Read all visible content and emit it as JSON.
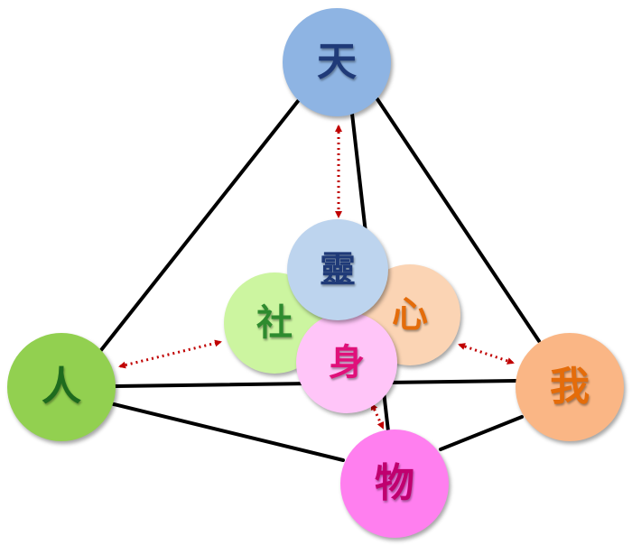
{
  "nodes": {
    "heaven": {
      "label": "天",
      "fill": "#8EB4E3",
      "text_color": "#1F3A78"
    },
    "person": {
      "label": "人",
      "fill": "#92D050",
      "text_color": "#1E6B1E"
    },
    "self": {
      "label": "我",
      "fill": "#FAB685",
      "text_color": "#E46C0A"
    },
    "thing": {
      "label": "物",
      "fill": "#FF7FEF",
      "text_color": "#C0006F"
    },
    "social": {
      "label": "社",
      "fill": "#CCF5A0",
      "text_color": "#2E8B2E"
    },
    "mind": {
      "label": "心",
      "fill": "#FBD4B4",
      "text_color": "#E46C0A"
    },
    "body": {
      "label": "身",
      "fill": "#FFC5F8",
      "text_color": "#E0107A"
    },
    "spirit": {
      "label": "靈",
      "fill": "#BDD4EE",
      "text_color": "#1F3A78"
    }
  },
  "colors": {
    "edge": "#000000",
    "link_arrow": "#C00000"
  }
}
